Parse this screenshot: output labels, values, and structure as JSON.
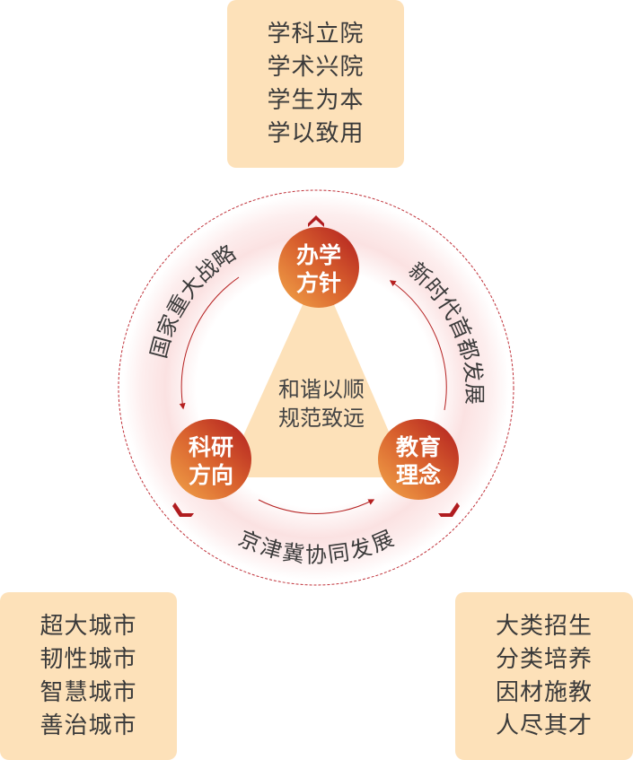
{
  "boxes": {
    "top": [
      "学科立院",
      "学术兴院",
      "学生为本",
      "学以致用"
    ],
    "left": [
      "超大城市",
      "韧性城市",
      "智慧城市",
      "善治城市"
    ],
    "right": [
      "大类招生",
      "分类培养",
      "因材施教",
      "人尽其才"
    ]
  },
  "nodes": {
    "top": [
      "办学",
      "方针"
    ],
    "left": [
      "科研",
      "方向"
    ],
    "right": [
      "教育",
      "理念"
    ]
  },
  "arcs": {
    "left": "国家重大战略",
    "right": "新时代首都发展",
    "bottom": "京津冀协同发展"
  },
  "center": [
    "和谐以顺",
    "规范致远"
  ],
  "colors": {
    "box": "#fde1b9",
    "accent": "#b52020",
    "node_light": "#eea040"
  }
}
